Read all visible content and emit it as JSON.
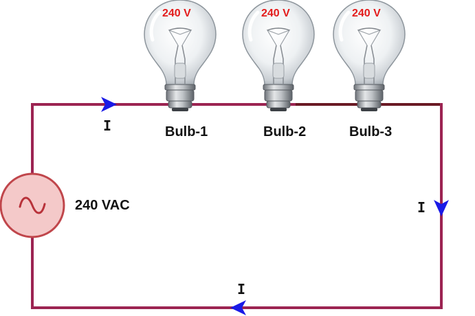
{
  "source": {
    "label": "240 VAC"
  },
  "bulbs": [
    {
      "name": "Bulb-1",
      "rating": "240 V"
    },
    {
      "name": "Bulb-2",
      "rating": "240 V"
    },
    {
      "name": "Bulb-3",
      "rating": "240 V"
    }
  ],
  "current": {
    "top": "I",
    "right": "I",
    "bottom": "I"
  },
  "colors": {
    "wire": "#9c2452",
    "wire_dark": "#6a1a24",
    "arrow": "#1a1ae6",
    "source_fill": "#f4c9c9",
    "source_stroke": "#c0464b",
    "rating": "#e31b1b"
  }
}
